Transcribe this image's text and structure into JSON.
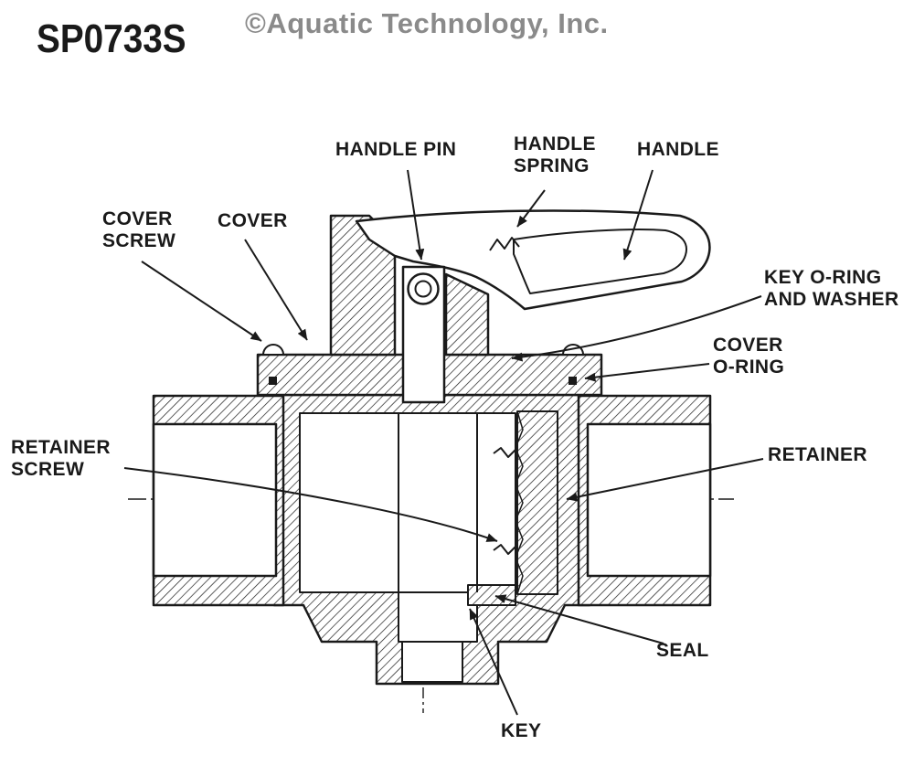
{
  "header": {
    "part_number": "SP0733S",
    "copyright": "©Aquatic Technology, Inc."
  },
  "labels": {
    "handle_pin": "HANDLE PIN",
    "handle_spring": "HANDLE\nSPRING",
    "handle": "HANDLE",
    "cover_screw": "COVER\nSCREW",
    "cover": "COVER",
    "key_oring_washer": "KEY O-RING\nAND WASHER",
    "cover_oring": "COVER\nO-RING",
    "retainer_screw": "RETAINER\nSCREW",
    "retainer": "RETAINER",
    "seal": "SEAL",
    "key": "KEY"
  },
  "colors": {
    "ink": "#1a1a1a",
    "copyright_gray": "#8a8a8a",
    "background": "#ffffff"
  }
}
